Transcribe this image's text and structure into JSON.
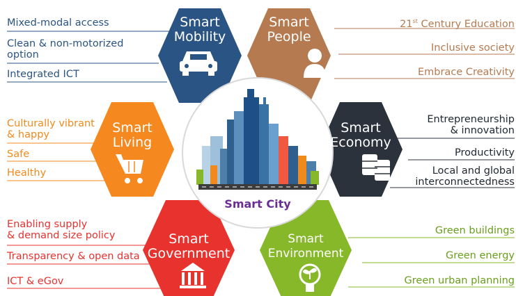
{
  "center": {
    "title": "Smart City"
  },
  "hexagons": [
    {
      "id": "mobility",
      "line1": "Smart",
      "line2": "Mobility",
      "color": "#2a5483",
      "icon": "car-icon"
    },
    {
      "id": "people",
      "line1": "Smart",
      "line2": "People",
      "color": "#b57a50",
      "icon": "person-icon"
    },
    {
      "id": "living",
      "line1": "Smart",
      "line2": "Living",
      "color": "#f5891f",
      "icon": "shopping-cart-icon"
    },
    {
      "id": "economy",
      "line1": "Smart",
      "line2": "Economy",
      "color": "#2b323c",
      "icon": "coins-icon"
    },
    {
      "id": "government",
      "line1": "Smart",
      "line2": "Government",
      "color": "#e8322e",
      "icon": "government-building-icon"
    },
    {
      "id": "environment",
      "line1": "Smart",
      "line2": "Environment",
      "color": "#86b82a",
      "icon": "eco-bulb-icon"
    }
  ],
  "labels": {
    "mobility": [
      "Mixed-modal access",
      "Clean & non-motorized\noption",
      "Integrated ICT"
    ],
    "people": {
      "education_prefix": "21",
      "education_sup": "st",
      "education_suffix": " Century Education",
      "items": [
        "Inclusive society",
        "Embrace Creativity"
      ]
    },
    "living": [
      "Culturally vibrant\n& happy",
      "Safe",
      "Healthy"
    ],
    "economy": [
      "Entrepreneurship\n& innovation",
      "Productivity",
      "Local and global\ninterconnectedness"
    ],
    "government": [
      "Enabling supply\n& demand size policy",
      "Transparency & open data",
      "ICT & eGov"
    ],
    "environment": [
      "Green buildings",
      "Green energy",
      "Green urban planning"
    ]
  }
}
